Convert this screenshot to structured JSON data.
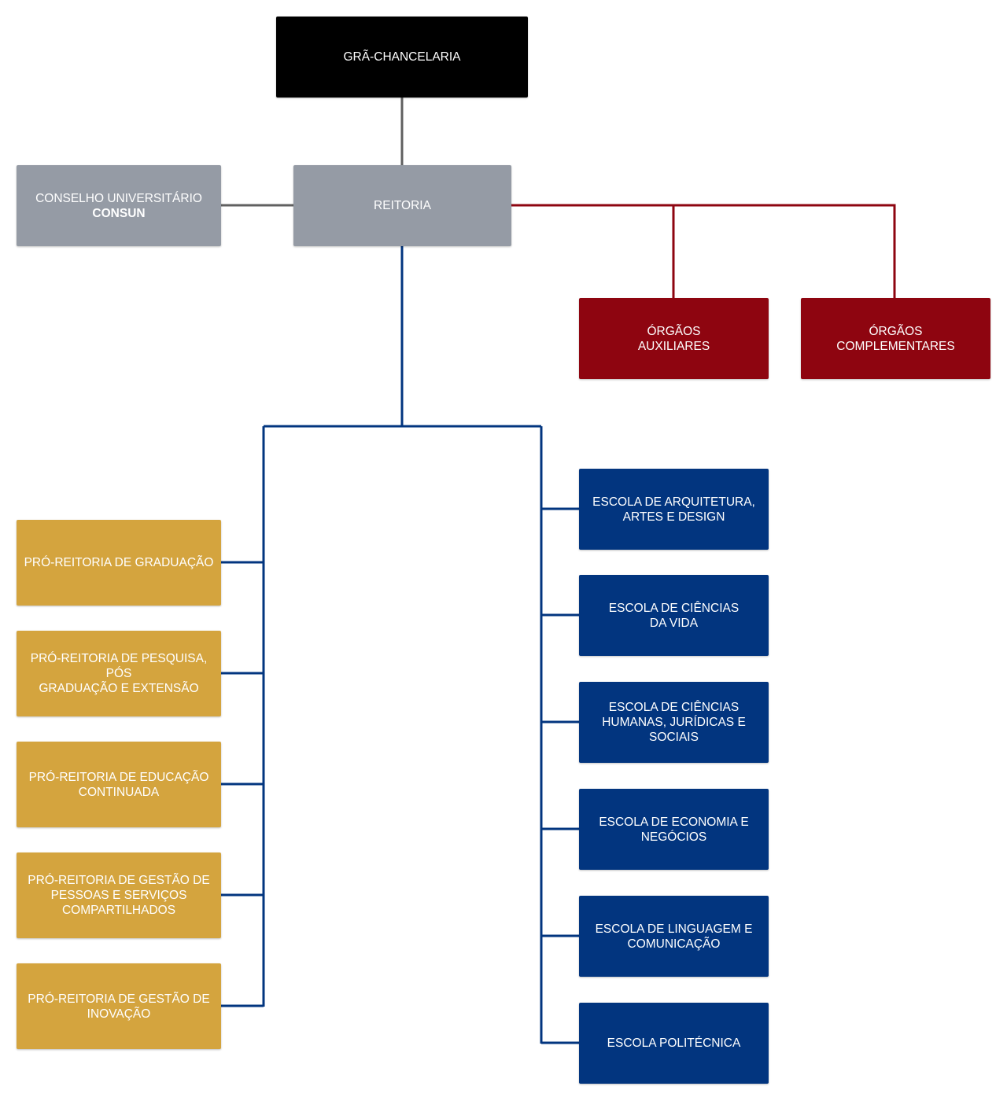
{
  "colors": {
    "top": "#000000",
    "reitoria": "#959ba5",
    "orgaos": "#8e0510",
    "pro_reitorias": "#d4a43e",
    "escolas": "#02357f",
    "line_gray": "#606060",
    "line_red": "#8e0510",
    "line_blue": "#02357f"
  },
  "nodes": {
    "chancelaria": {
      "label": "GRÃ-CHANCELARIA"
    },
    "reitoria": {
      "label": "REITORIA"
    },
    "consun": {
      "label": "CONSELHO UNIVERSITÁRIO",
      "sublabel": "CONSUN"
    },
    "orgaos_auxiliares": {
      "line1": "ÓRGÃOS",
      "line2": "AUXILIARES"
    },
    "orgaos_complementares": {
      "line1": "ÓRGÃOS",
      "line2": "COMPLEMENTARES"
    }
  },
  "pro_reitorias": [
    {
      "lines": [
        "PRÓ-REITORIA DE GRADUAÇÃO"
      ]
    },
    {
      "lines": [
        "PRÓ-REITORIA DE PESQUISA, PÓS",
        "GRADUAÇÃO E EXTENSÃO"
      ]
    },
    {
      "lines": [
        "PRÓ-REITORIA DE EDUCAÇÃO",
        "CONTINUADA"
      ]
    },
    {
      "lines": [
        "PRÓ-REITORIA DE GESTÃO DE",
        "PESSOAS E SERVIÇOS",
        "COMPARTILHADOS"
      ]
    },
    {
      "lines": [
        "PRÓ-REITORIA DE GESTÃO DE",
        "INOVAÇÃO"
      ]
    }
  ],
  "escolas": [
    {
      "lines": [
        "ESCOLA DE ARQUITETURA,",
        "ARTES E DESIGN"
      ]
    },
    {
      "lines": [
        "ESCOLA DE CIÊNCIAS",
        "DA VIDA"
      ]
    },
    {
      "lines": [
        "ESCOLA DE CIÊNCIAS",
        "HUMANAS, JURÍDICAS E",
        "SOCIAIS"
      ]
    },
    {
      "lines": [
        "ESCOLA DE ECONOMIA E",
        "NEGÓCIOS"
      ]
    },
    {
      "lines": [
        "ESCOLA DE LINGUAGEM E",
        "COMUNICAÇÃO"
      ]
    },
    {
      "lines": [
        "ESCOLA POLITÉCNICA"
      ]
    }
  ]
}
